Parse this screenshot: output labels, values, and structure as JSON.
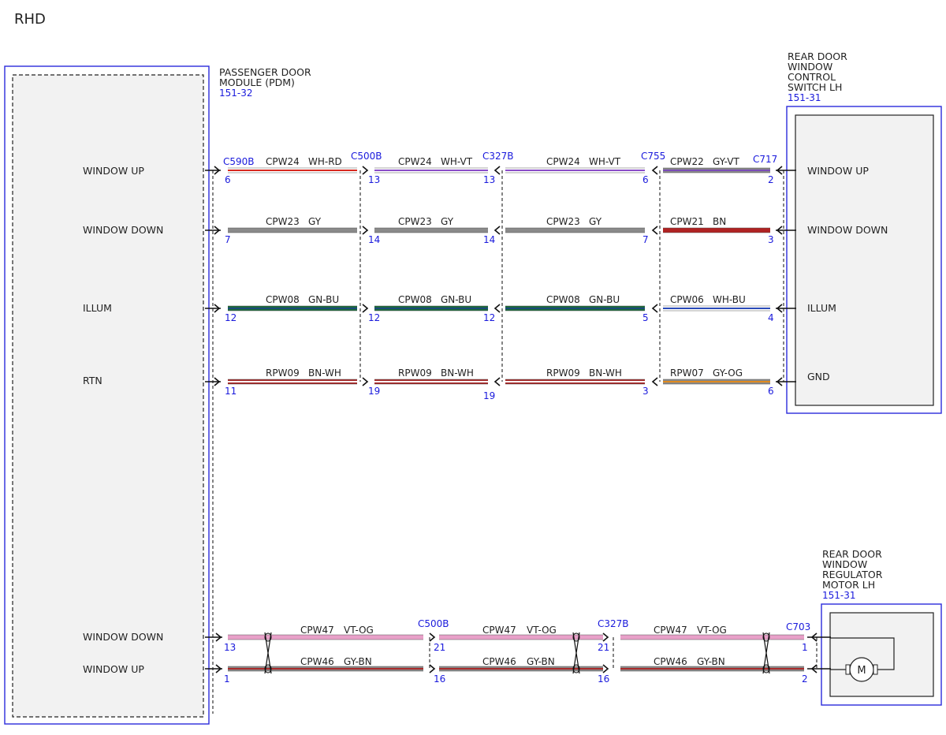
{
  "title": "RHD",
  "colors": {
    "connector_text": "#1a1adc",
    "box_border": "#2a2adc",
    "module_fill": "#f2f2f2",
    "WH-RD": [
      "#ffffff",
      "#d8281e"
    ],
    "WH-VT": [
      "#ffffff",
      "#8a4cc8"
    ],
    "GY-VT": [
      "#8a8a8a",
      "#7a4cb8"
    ],
    "GY": [
      "#8a8a8a",
      "#8a8a8a"
    ],
    "BN": [
      "#b02222",
      "#b02222"
    ],
    "GN-BU": [
      "#1a6a3a",
      "#1a4a7a"
    ],
    "WH-BU": [
      "#ffffff",
      "#2a4ab8"
    ],
    "BN-WH": [
      "#a52626",
      "#ffffff"
    ],
    "GY-OG": [
      "#8a8a8a",
      "#e08a1e"
    ],
    "VT-OG": [
      "#e8a0c8",
      "#e8a0c8"
    ],
    "GY-BN": [
      "#8a8a8a",
      "#a82a2a"
    ]
  },
  "components": {
    "pdm": {
      "name_lines": [
        "PASSENGER DOOR",
        "MODULE (PDM)"
      ],
      "ref": "151-32"
    },
    "switch": {
      "name_lines": [
        "REAR DOOR",
        "WINDOW",
        "CONTROL",
        "SWITCH LH"
      ],
      "ref": "151-31"
    },
    "motor": {
      "name_lines": [
        "REAR DOOR",
        "WINDOW",
        "REGULATOR",
        "MOTOR LH"
      ],
      "ref": "151-31",
      "symbol": "M"
    }
  },
  "pdm_labels": [
    "WINDOW UP",
    "WINDOW DOWN",
    "ILLUM",
    "RTN",
    "WINDOW DOWN",
    "WINDOW UP"
  ],
  "switch_labels": [
    "WINDOW UP",
    "WINDOW DOWN",
    "ILLUM",
    "GND"
  ],
  "connectors_top": [
    "C590B",
    "C500B",
    "C327B",
    "C755",
    "C717"
  ],
  "connectors_bottom": [
    "C500B",
    "C327B",
    "C703"
  ],
  "circuits_top": [
    {
      "pins": [
        "6",
        "13",
        "13",
        "6",
        "2"
      ],
      "segments": [
        {
          "circuit": "CPW24",
          "color": "WH-RD"
        },
        {
          "circuit": "CPW24",
          "color": "WH-VT"
        },
        {
          "circuit": "CPW24",
          "color": "WH-VT"
        },
        {
          "circuit": "CPW22",
          "color": "GY-VT"
        }
      ]
    },
    {
      "pins": [
        "7",
        "14",
        "14",
        "7",
        "3"
      ],
      "segments": [
        {
          "circuit": "CPW23",
          "color": "GY"
        },
        {
          "circuit": "CPW23",
          "color": "GY"
        },
        {
          "circuit": "CPW23",
          "color": "GY"
        },
        {
          "circuit": "CPW21",
          "color": "BN"
        }
      ]
    },
    {
      "pins": [
        "12",
        "12",
        "12",
        "5",
        "4"
      ],
      "segments": [
        {
          "circuit": "CPW08",
          "color": "GN-BU"
        },
        {
          "circuit": "CPW08",
          "color": "GN-BU"
        },
        {
          "circuit": "CPW08",
          "color": "GN-BU"
        },
        {
          "circuit": "CPW06",
          "color": "WH-BU"
        }
      ]
    },
    {
      "pins": [
        "11",
        "19",
        "19",
        "3",
        "6"
      ],
      "segments": [
        {
          "circuit": "RPW09",
          "color": "BN-WH"
        },
        {
          "circuit": "RPW09",
          "color": "BN-WH"
        },
        {
          "circuit": "RPW09",
          "color": "BN-WH"
        },
        {
          "circuit": "RPW07",
          "color": "GY-OG"
        }
      ]
    }
  ],
  "circuits_bottom": [
    {
      "pins": [
        "13",
        "21",
        "21",
        "1"
      ],
      "segments": [
        {
          "circuit": "CPW47",
          "color": "VT-OG"
        },
        {
          "circuit": "CPW47",
          "color": "VT-OG"
        },
        {
          "circuit": "CPW47",
          "color": "VT-OG"
        }
      ]
    },
    {
      "pins": [
        "1",
        "16",
        "16",
        "2"
      ],
      "segments": [
        {
          "circuit": "CPW46",
          "color": "GY-BN"
        },
        {
          "circuit": "CPW46",
          "color": "GY-BN"
        },
        {
          "circuit": "CPW46",
          "color": "GY-BN"
        }
      ]
    }
  ]
}
